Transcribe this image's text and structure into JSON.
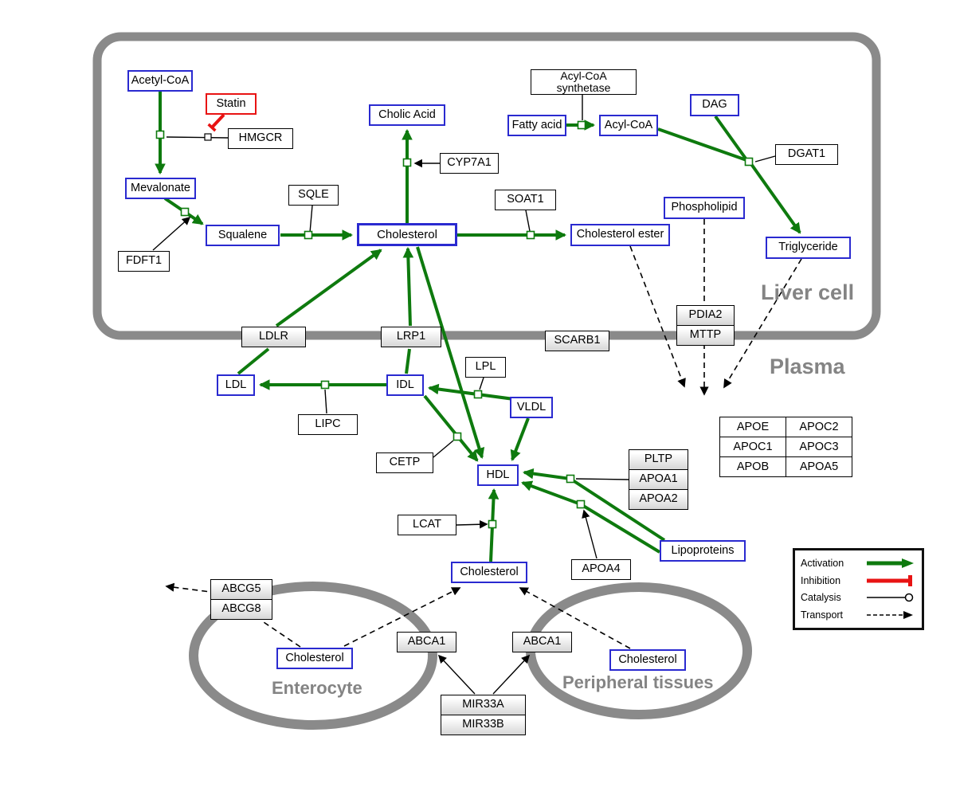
{
  "regions": {
    "liver_cell": "Liver cell",
    "plasma": "Plasma",
    "enterocyte": "Enterocyte",
    "peripheral_tissues": "Peripheral tissues"
  },
  "metabolites": {
    "acetyl_coa": "Acetyl-CoA",
    "mevalonate": "Mevalonate",
    "squalene": "Squalene",
    "cholesterol_liver": "Cholesterol",
    "cholic_acid": "Cholic Acid",
    "cholesterol_ester": "Cholesterol ester",
    "fatty_acid": "Fatty acid",
    "acyl_coa": "Acyl-CoA",
    "dag": "DAG",
    "phospholipid": "Phospholipid",
    "triglyceride": "Triglyceride",
    "ldl": "LDL",
    "idl": "IDL",
    "vldl": "VLDL",
    "hdl": "HDL",
    "lipoproteins": "Lipoproteins",
    "cholesterol_plasma": "Cholesterol",
    "cholesterol_enterocyte": "Cholesterol",
    "cholesterol_peripheral": "Cholesterol"
  },
  "drugs": {
    "statin": "Statin"
  },
  "enzymes": {
    "hmgcr": "HMGCR",
    "fdft1": "FDFT1",
    "sqle": "SQLE",
    "cyp7a1": "CYP7A1",
    "soat1": "SOAT1",
    "acs_line1": "Acyl-CoA",
    "acs_line2": "synthetase",
    "dgat1": "DGAT1",
    "ldlr": "LDLR",
    "lrp1": "LRP1",
    "scarb1": "SCARB1",
    "pdia2": "PDIA2",
    "mttp": "MTTP",
    "lipc": "LIPC",
    "lpl": "LPL",
    "cetp": "CETP",
    "lcat": "LCAT",
    "pltp": "PLTP",
    "apoa1": "APOA1",
    "apoa2": "APOA2",
    "apoa4": "APOA4",
    "abcg5": "ABCG5",
    "abcg8": "ABCG8",
    "abca1_left": "ABCA1",
    "abca1_right": "ABCA1",
    "mir33a": "MIR33A",
    "mir33b": "MIR33B"
  },
  "apo_table": [
    [
      "APOE",
      "APOC2"
    ],
    [
      "APOC1",
      "APOC3"
    ],
    [
      "APOB",
      "APOA5"
    ]
  ],
  "legend": {
    "activation": "Activation",
    "inhibition": "Inhibition",
    "catalysis": "Catalysis",
    "transport": "Transport"
  },
  "colors": {
    "activation_green": "#0e7a0e",
    "inhibition_red": "#e81313",
    "metabolite_border_blue": "#2a2ad0",
    "membrane_gray": "#8a8a8a"
  }
}
